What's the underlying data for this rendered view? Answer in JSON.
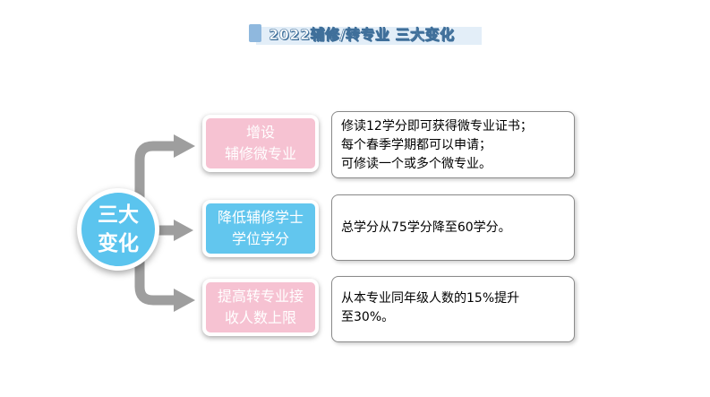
{
  "title": "2022辅修/转专业 三大变化",
  "center": {
    "line1": "三大",
    "line2": "变化"
  },
  "items": [
    {
      "category_lines": [
        "增设",
        "辅修微专业"
      ],
      "color": "#f6c2d2",
      "description_lines": [
        "修读12学分即可获得微专业证书；",
        "每个春季学期都可以申请；",
        "可修读一个或多个微专业。"
      ]
    },
    {
      "category_lines": [
        "降低辅修学士",
        "学位学分"
      ],
      "color": "#62c6ee",
      "description_lines": [
        "总学分从75学分降至60学分。"
      ]
    },
    {
      "category_lines": [
        "提高转专业接",
        "收人数上限"
      ],
      "color": "#f6c2d2",
      "description_lines": [
        "从本专业同年级人数的15%提升",
        "至30%。"
      ]
    }
  ],
  "colors": {
    "center_fill": "#5bc4ee",
    "connector": "#9e9e9e",
    "title_stroke": "#3f6f9a"
  }
}
